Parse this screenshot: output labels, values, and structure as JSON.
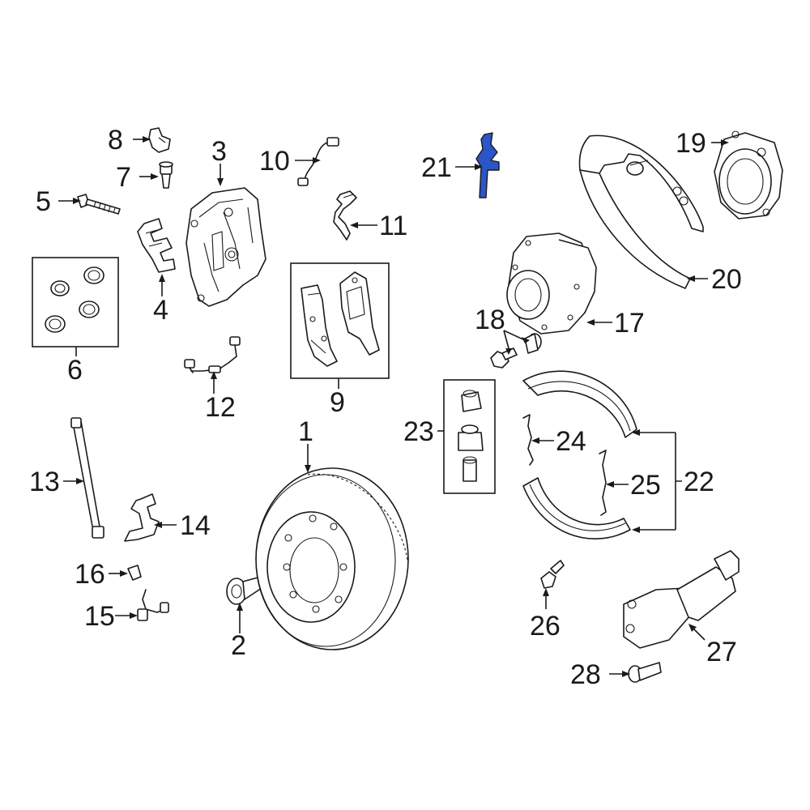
{
  "diagram": {
    "highlight_color": "#2b55c8",
    "highlighted_callout": "21",
    "callouts": [
      {
        "id": "c1",
        "text": "1"
      },
      {
        "id": "c2",
        "text": "2"
      },
      {
        "id": "c3",
        "text": "3"
      },
      {
        "id": "c4",
        "text": "4"
      },
      {
        "id": "c5",
        "text": "5"
      },
      {
        "id": "c6",
        "text": "6"
      },
      {
        "id": "c7",
        "text": "7"
      },
      {
        "id": "c8",
        "text": "8"
      },
      {
        "id": "c9",
        "text": "9"
      },
      {
        "id": "c10",
        "text": "10"
      },
      {
        "id": "c11",
        "text": "11"
      },
      {
        "id": "c12",
        "text": "12"
      },
      {
        "id": "c13",
        "text": "13"
      },
      {
        "id": "c14",
        "text": "14"
      },
      {
        "id": "c15",
        "text": "15"
      },
      {
        "id": "c16",
        "text": "16"
      },
      {
        "id": "c17",
        "text": "17"
      },
      {
        "id": "c18",
        "text": "18"
      },
      {
        "id": "c19",
        "text": "19"
      },
      {
        "id": "c20",
        "text": "20"
      },
      {
        "id": "c21",
        "text": "21"
      },
      {
        "id": "c22",
        "text": "22"
      },
      {
        "id": "c23",
        "text": "23"
      },
      {
        "id": "c24",
        "text": "24"
      },
      {
        "id": "c25",
        "text": "25"
      },
      {
        "id": "c26",
        "text": "26"
      },
      {
        "id": "c27",
        "text": "27"
      },
      {
        "id": "c28",
        "text": "28"
      }
    ]
  }
}
